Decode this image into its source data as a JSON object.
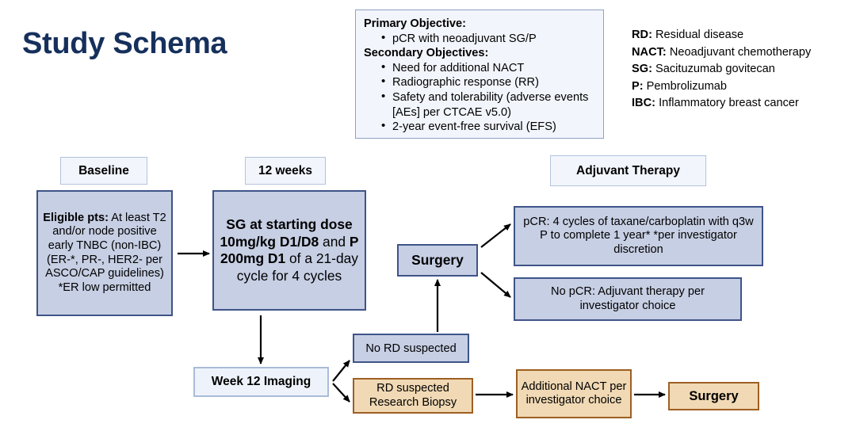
{
  "title": "Study Schema",
  "colors": {
    "title_navy": "#16305c",
    "box_blue_fill": "#c7cfe4",
    "box_blue_border": "#3e5488",
    "box_pale_fill": "#eef3fb",
    "box_pale_border": "#a9bcd8",
    "box_tan_fill": "#f0d9b4",
    "box_tan_border": "#9e5f23",
    "panel_fill": "#f2f5fb",
    "panel_border": "#8fa2c4",
    "arrow": "#000000"
  },
  "objectives": {
    "primary_heading": "Primary Objective:",
    "primary_items": [
      "pCR with neoadjuvant SG/P"
    ],
    "secondary_heading": "Secondary Objectives:",
    "secondary_items": [
      "Need for additional NACT",
      "Radiographic response (RR)",
      "Safety and tolerability (adverse events [AEs] per CTCAE v5.0)",
      "2-year event-free survival (EFS)"
    ]
  },
  "abbreviations": [
    {
      "term": "RD:",
      "definition": "Residual disease"
    },
    {
      "term": "NACT:",
      "definition": "Neoadjuvant chemotherapy"
    },
    {
      "term": "SG:",
      "definition": "Sacituzumab govitecan"
    },
    {
      "term": "P:",
      "definition": "Pembrolizumab"
    },
    {
      "term": "IBC:",
      "definition": "Inflammatory breast cancer"
    }
  ],
  "stage_labels": {
    "baseline": "Baseline",
    "twelve_weeks": "12 weeks",
    "adjuvant_therapy": "Adjuvant Therapy"
  },
  "boxes": {
    "eligible": {
      "lead": "Eligible pts:",
      "body": " At least T2 and/or node positive early TNBC (non-IBC) (ER-*, PR-, HER2- per ASCO/CAP guidelines) *ER low permitted",
      "full_text": "Eligible pts: At least T2 and/or node positive early TNBC (non-IBC) (ER-*, PR-, HER2- per ASCO/CAP guidelines) *ER low permitted"
    },
    "treatment": {
      "seg1_bold": "SG at starting dose 10mg/kg D1/D8",
      "seg2_plain": " and ",
      "seg3_bold": "P 200mg D1",
      "seg4_plain": " of a 21-day cycle for 4 cycles",
      "full_text": "SG at starting dose 10mg/kg D1/D8 and P 200mg D1 of a 21-day cycle for 4 cycles"
    },
    "surgery_mid": "Surgery",
    "pcr_branch": "pCR: 4 cycles of taxane/carboplatin with q3w P to complete 1 year* *per investigator discretion",
    "no_pcr_branch": "No pCR: Adjuvant therapy per investigator choice",
    "week12_imaging": "Week 12 Imaging",
    "no_rd_suspected": "No RD suspected",
    "rd_suspected_biopsy": "RD suspected Research Biopsy",
    "additional_nact": "Additional NACT per investigator choice",
    "surgery_right": "Surgery"
  }
}
